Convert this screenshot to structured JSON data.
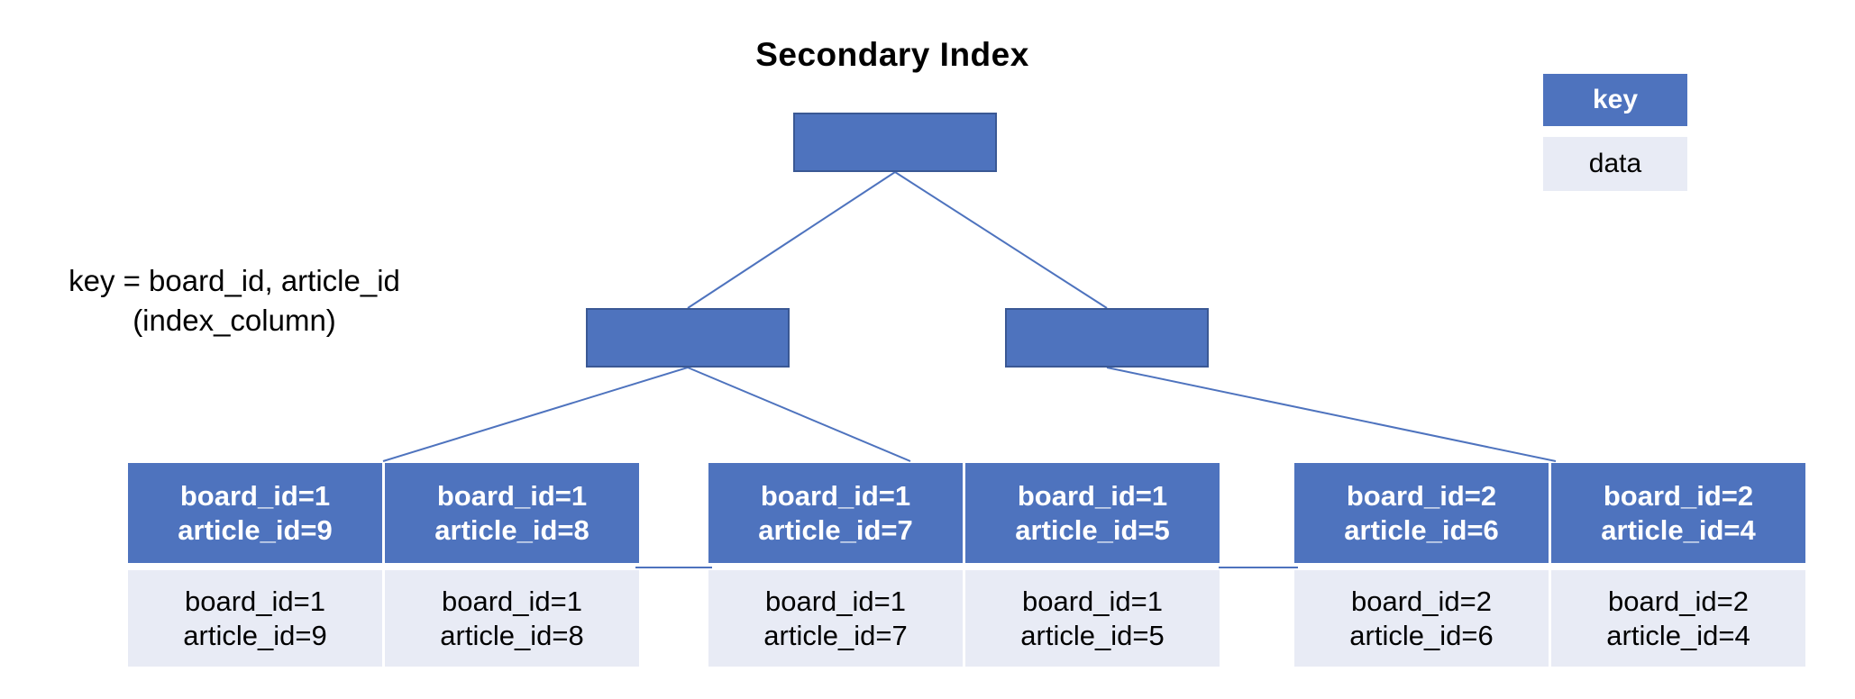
{
  "title": "Secondary Index",
  "side_label": {
    "line1": "key = board_id, article_id",
    "line2": "(index_column)"
  },
  "legend": {
    "key_label": "key",
    "data_label": "data"
  },
  "colors": {
    "key_fill": "#4E73BE",
    "key_border": "#3A5894",
    "data_fill": "#E8EBF5",
    "edge": "#4E73BE",
    "key_text": "#FFFFFF",
    "data_text": "#000000"
  },
  "tree": {
    "root": {
      "label": ""
    },
    "mid": [
      {
        "label": ""
      },
      {
        "label": ""
      }
    ]
  },
  "leaf_groups": [
    {
      "columns": [
        {
          "key": {
            "line1": "board_id=1",
            "line2": "article_id=9"
          },
          "data": {
            "line1": "board_id=1",
            "line2": "article_id=9"
          }
        },
        {
          "key": {
            "line1": "board_id=1",
            "line2": "article_id=8"
          },
          "data": {
            "line1": "board_id=1",
            "line2": "article_id=8"
          }
        }
      ]
    },
    {
      "columns": [
        {
          "key": {
            "line1": "board_id=1",
            "line2": "article_id=7"
          },
          "data": {
            "line1": "board_id=1",
            "line2": "article_id=7"
          }
        },
        {
          "key": {
            "line1": "board_id=1",
            "line2": "article_id=5"
          },
          "data": {
            "line1": "board_id=1",
            "line2": "article_id=5"
          }
        }
      ]
    },
    {
      "columns": [
        {
          "key": {
            "line1": "board_id=2",
            "line2": "article_id=6"
          },
          "data": {
            "line1": "board_id=2",
            "line2": "article_id=6"
          }
        },
        {
          "key": {
            "line1": "board_id=2",
            "line2": "article_id=4"
          },
          "data": {
            "line1": "board_id=2",
            "line2": "article_id=4"
          }
        }
      ]
    }
  ]
}
